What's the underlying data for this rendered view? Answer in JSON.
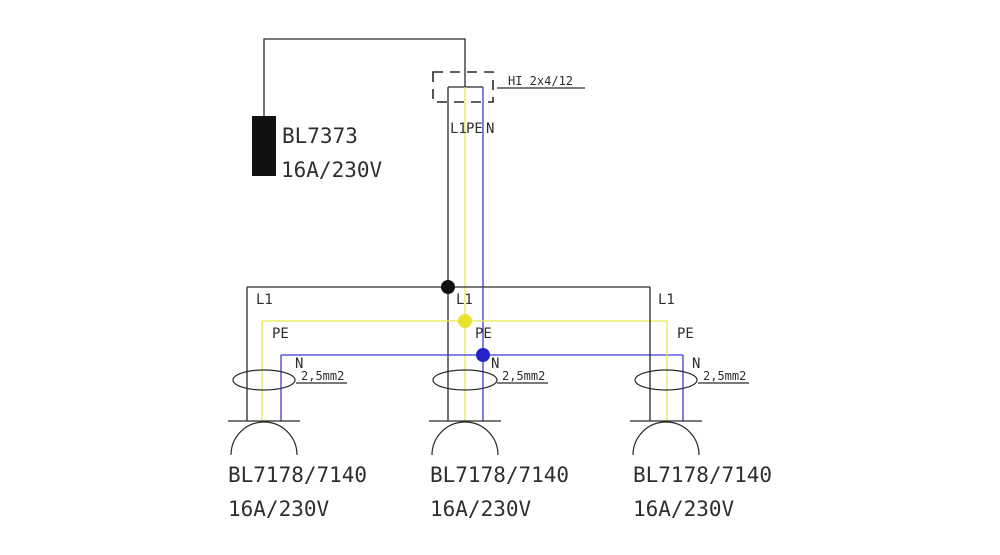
{
  "colors": {
    "background": "#ffffff",
    "wire_l1": "#2a2a2a",
    "wire_pe": "#ece74f",
    "wire_n": "#3b3bd6",
    "dot_l1": "#111111",
    "dot_pe": "#e9e22e",
    "dot_n": "#2323cc",
    "text": "#2e2e2e"
  },
  "source_device": {
    "model": "BL7373",
    "rating": "16A/230V"
  },
  "supply_cable": {
    "label": "HI 2x4/12"
  },
  "bus_labels": {
    "l1": "L1",
    "pe": "PE",
    "n": "N"
  },
  "branches": [
    {
      "l1": "L1",
      "pe": "PE",
      "n": "N",
      "cable_size": "2,5mm2",
      "device_model": "BL7178/7140",
      "device_rating": "16A/230V"
    },
    {
      "l1": "L1",
      "pe": "PE",
      "n": "N",
      "cable_size": "2,5mm2",
      "device_model": "BL7178/7140",
      "device_rating": "16A/230V"
    },
    {
      "l1": "L1",
      "pe": "PE",
      "n": "N",
      "cable_size": "2,5mm2",
      "device_model": "BL7178/7140",
      "device_rating": "16A/230V"
    }
  ]
}
